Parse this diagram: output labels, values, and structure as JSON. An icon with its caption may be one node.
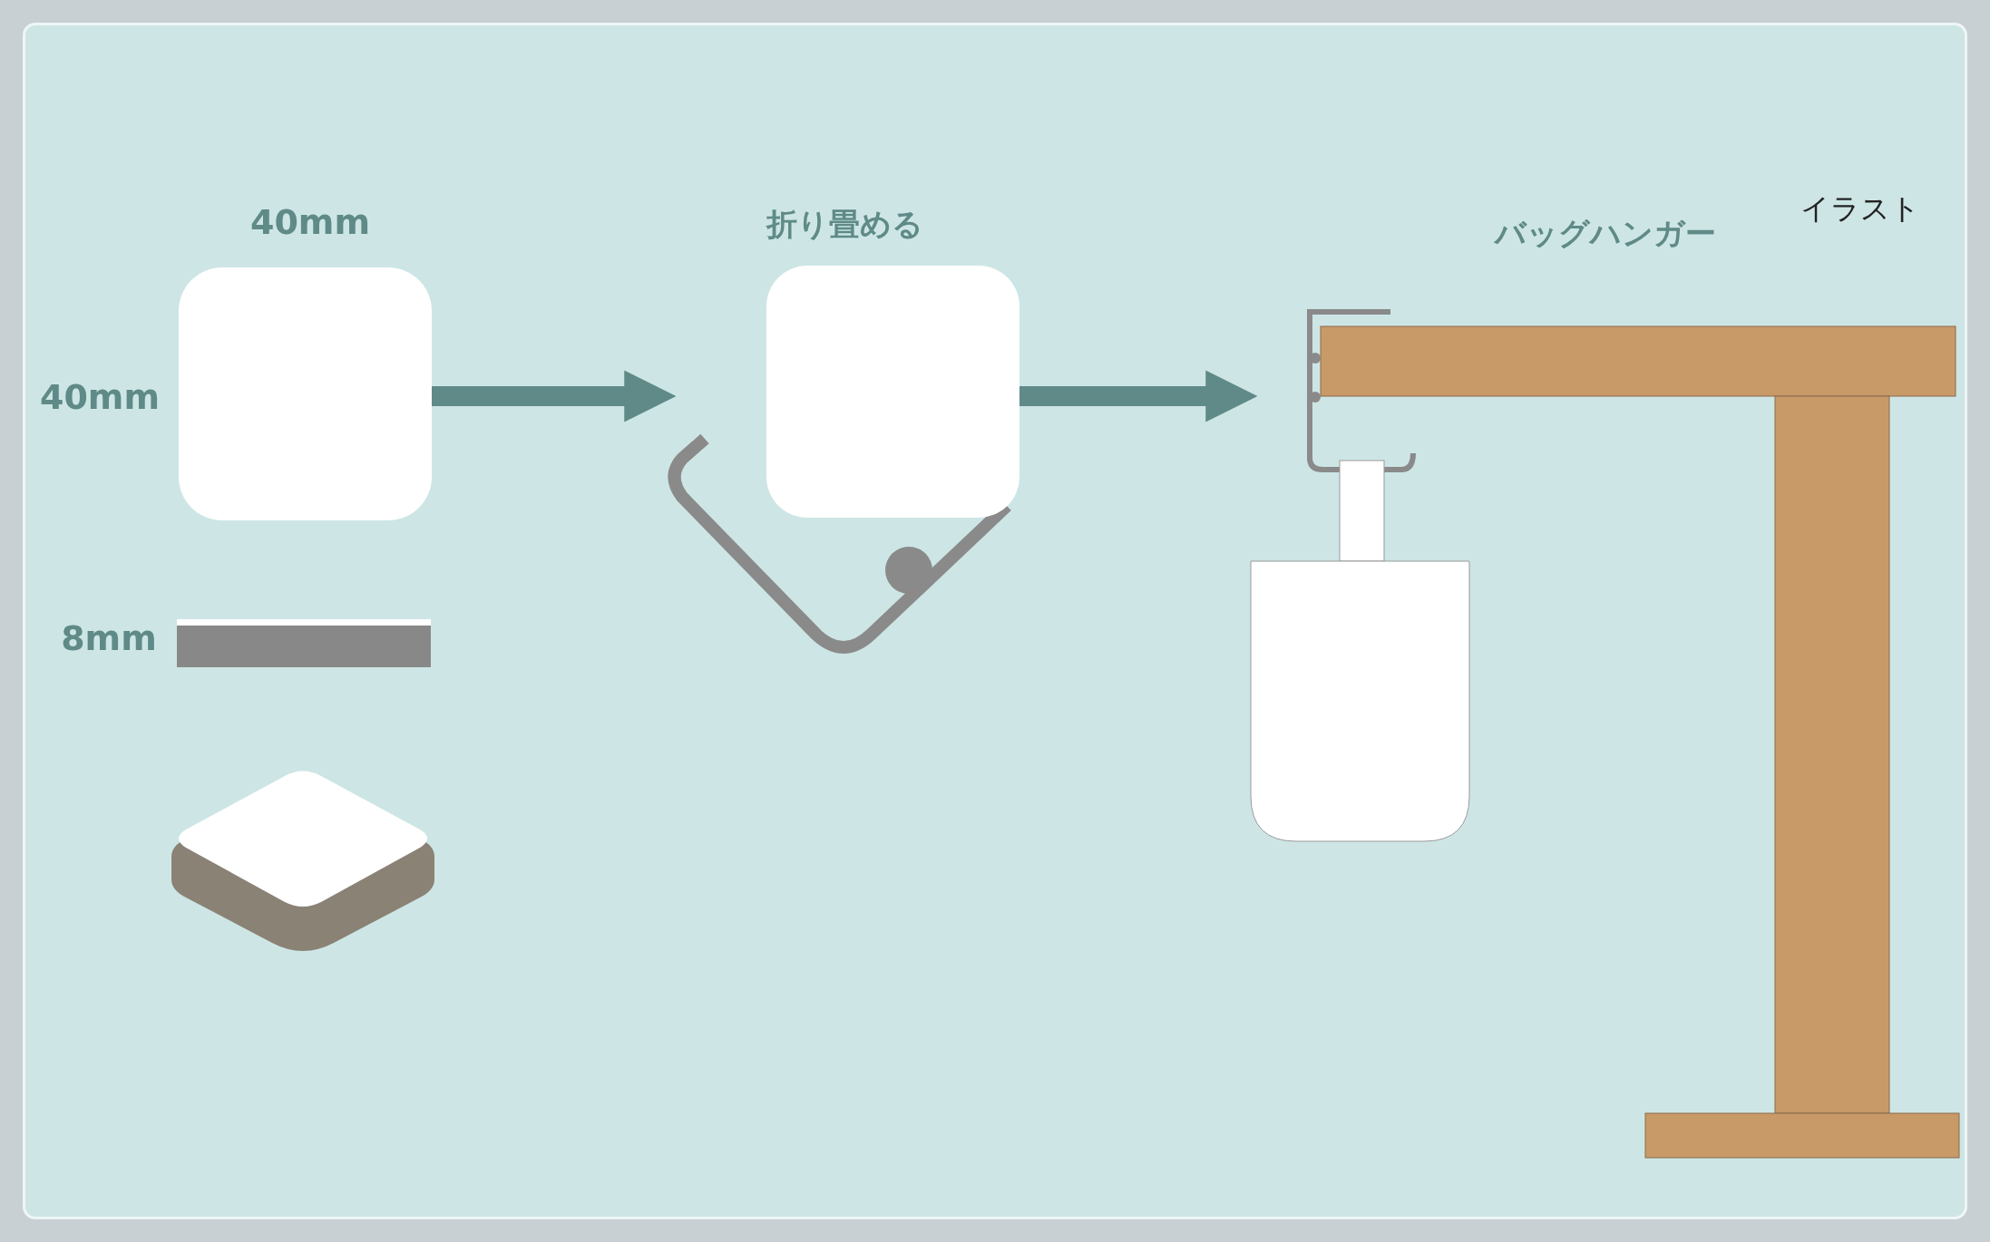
{
  "diagram": {
    "nodes": [
      {
        "text": [],
        "shape": "box"
      },
      {
        "text": [
          "折り畳める"
        ]
      },
      {
        "text": [
          "バッグハンガー"
        ]
      }
    ],
    "edges": [
      {
        "from": 0,
        "to": 1,
        "arrow": "to"
      },
      {
        "from": 1,
        "to": 2,
        "arrow": "to"
      }
    ],
    "labels": [
      "40mm",
      "40mm",
      "8mm",
      "イラスト"
    ]
  }
}
